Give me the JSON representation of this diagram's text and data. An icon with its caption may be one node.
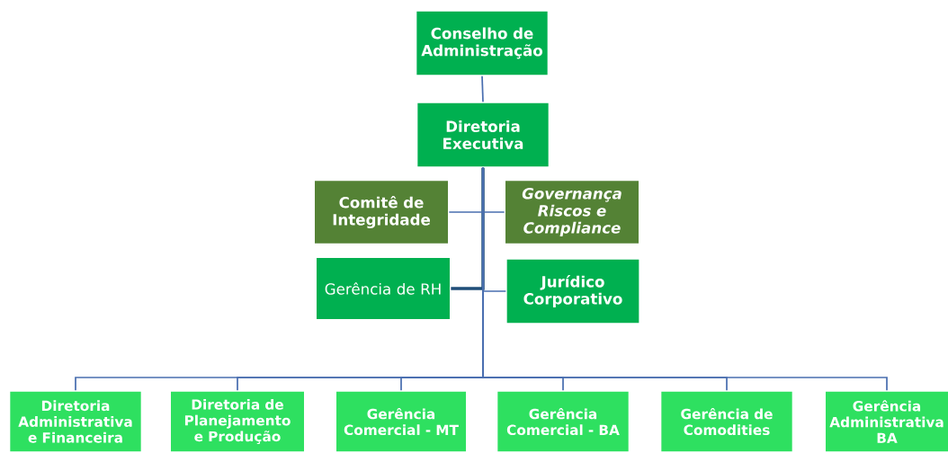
{
  "diagram": {
    "nodes": [
      {
        "text": [
          "Conselho de Administração"
        ]
      },
      {
        "text": [
          "Diretoria Executiva"
        ]
      },
      {
        "text": [
          "Comitê de Integridade"
        ]
      },
      {
        "text": [
          "Governança Riscos e Compliance"
        ]
      },
      {
        "text": [
          "Gerência de RH"
        ]
      },
      {
        "text": [
          "Jurídico Corporativo"
        ]
      },
      {
        "text": [
          "Diretoria Administrativa e Financeira"
        ]
      },
      {
        "text": [
          "Diretoria de Planejamento e Produção"
        ]
      },
      {
        "text": [
          "Gerência Comercial - MT"
        ]
      },
      {
        "text": [
          "Gerência Comercial - BA"
        ]
      },
      {
        "text": [
          "Gerência de Comodities"
        ]
      },
      {
        "text": [
          "Gerência Administrativa BA"
        ]
      }
    ],
    "edges": [
      {
        "from": 0,
        "to": 1,
        "arrow": "none"
      },
      {
        "from": 1,
        "to": 2,
        "arrow": "none"
      },
      {
        "from": 1,
        "to": 3,
        "arrow": "none"
      },
      {
        "from": 1,
        "to": 4,
        "arrow": "none",
        "style": "thick",
        "color": "#1f4e79"
      },
      {
        "from": 1,
        "to": 5,
        "arrow": "none"
      },
      {
        "from": 1,
        "to": 6,
        "arrow": "none"
      },
      {
        "from": 1,
        "to": 7,
        "arrow": "none"
      },
      {
        "from": 1,
        "to": 8,
        "arrow": "none"
      },
      {
        "from": 1,
        "to": 9,
        "arrow": "none"
      },
      {
        "from": 1,
        "to": 10,
        "arrow": "none"
      },
      {
        "from": 1,
        "to": 11,
        "arrow": "none"
      }
    ]
  }
}
